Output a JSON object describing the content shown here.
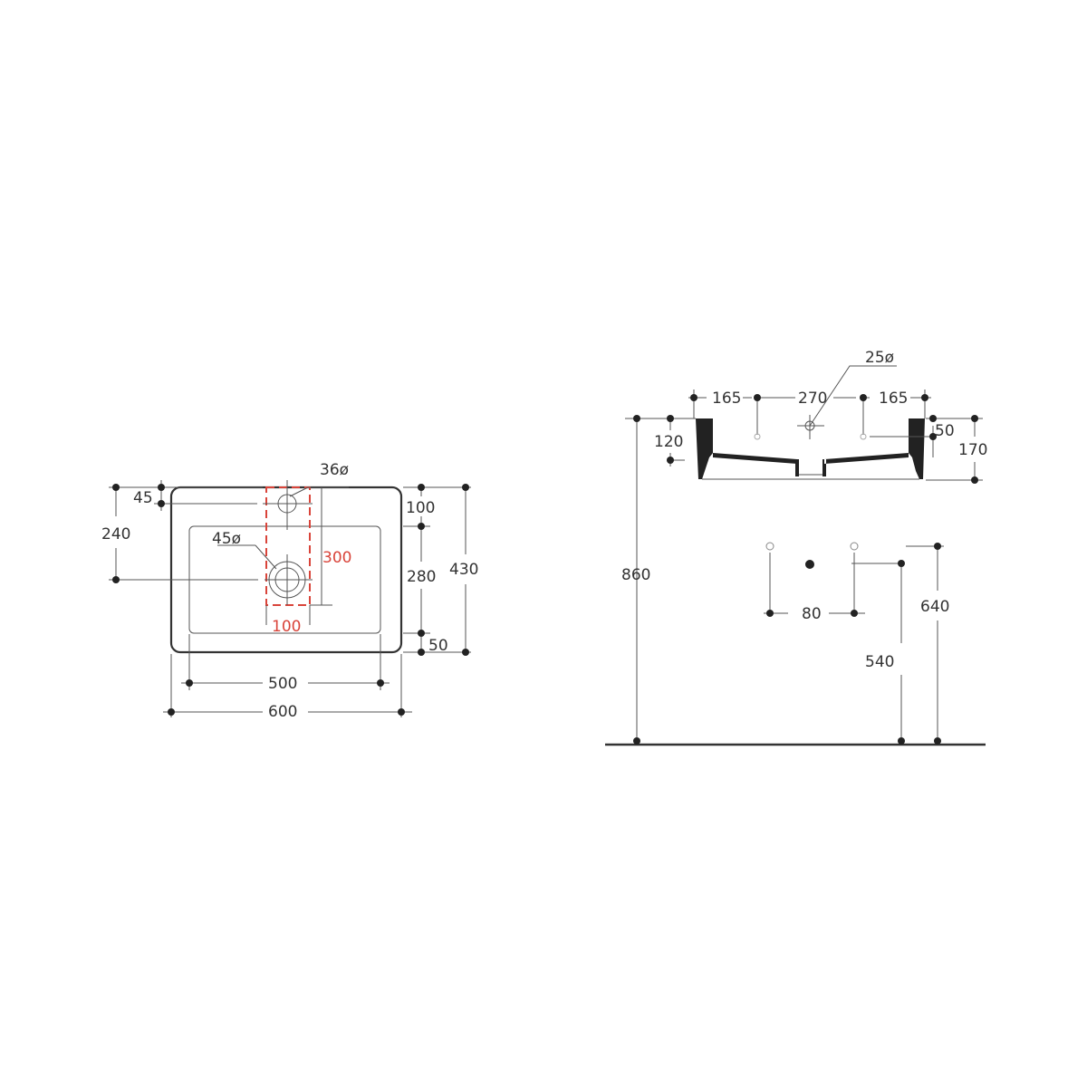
{
  "plan_view": {
    "labels": {
      "d45": "45",
      "d240": "240",
      "d36": "36ø",
      "d45dia": "45ø",
      "d300": "300",
      "d100red": "100",
      "d100": "100",
      "d280": "280",
      "d430": "430",
      "d50": "50",
      "d500": "500",
      "d600": "600"
    }
  },
  "section_view": {
    "labels": {
      "d25": "25ø",
      "d165a": "165",
      "d270": "270",
      "d165b": "165",
      "d120": "120",
      "d50": "50",
      "d170": "170",
      "d860": "860",
      "d80": "80",
      "d540": "540",
      "d640": "640"
    }
  },
  "colors": {
    "line": "#333333",
    "accent": "#d9443a"
  }
}
